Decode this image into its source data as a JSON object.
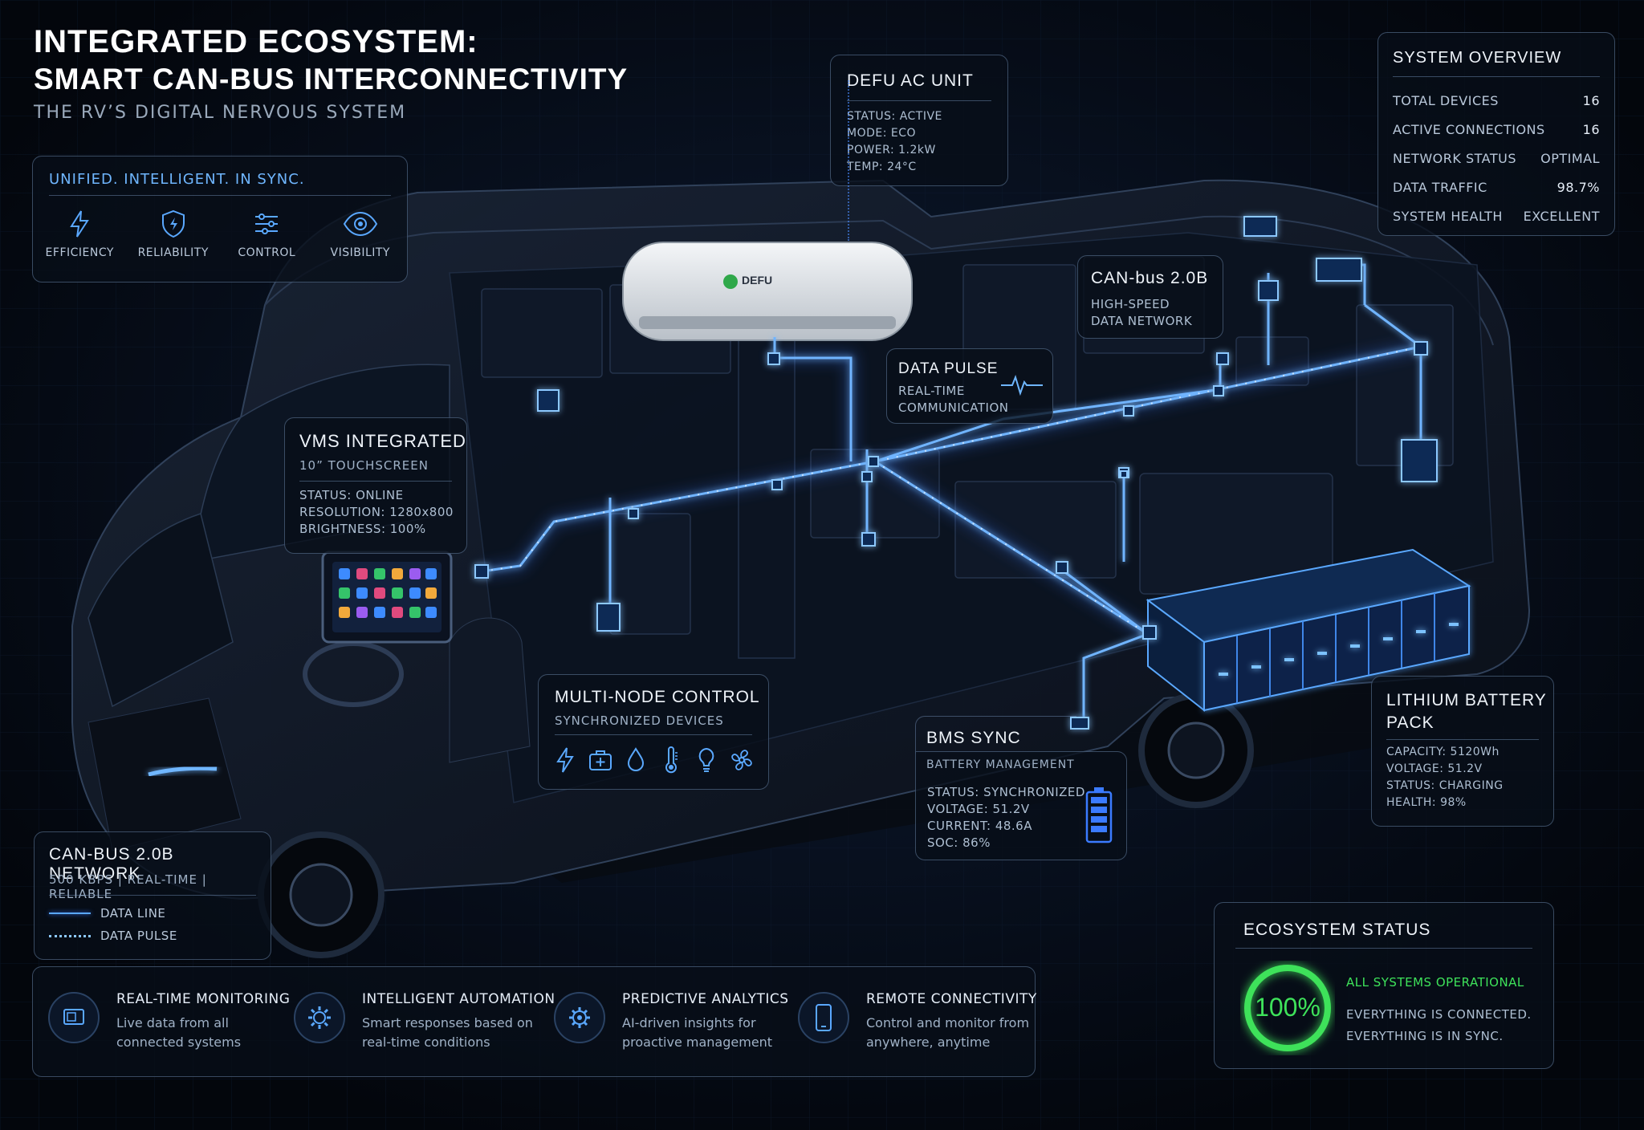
{
  "header": {
    "title_line1": "INTEGRATED ECOSYSTEM:",
    "title_line2": "SMART CAN-BUS INTERCONNECTIVITY",
    "subtitle": "THE RV’S DIGITAL NERVOUS SYSTEM"
  },
  "values_panel": {
    "heading": "UNIFIED. INTELLIGENT. IN SYNC.",
    "items": [
      {
        "label": "EFFICIENCY",
        "icon": "lightning-icon"
      },
      {
        "label": "RELIABILITY",
        "icon": "shield-icon"
      },
      {
        "label": "CONTROL",
        "icon": "sliders-icon"
      },
      {
        "label": "VISIBILITY",
        "icon": "eye-icon"
      }
    ]
  },
  "ac_unit": {
    "title": "DEFU AC UNIT",
    "lines": [
      "STATUS: ACTIVE",
      "MODE: ECO",
      "POWER: 1.2kW",
      "TEMP: 24°C"
    ],
    "brand": "DEFU"
  },
  "system_overview": {
    "title": "SYSTEM OVERVIEW",
    "rows": [
      {
        "label": "TOTAL DEVICES",
        "value": "16"
      },
      {
        "label": "ACTIVE CONNECTIONS",
        "value": "16"
      },
      {
        "label": "NETWORK STATUS",
        "value": "OPTIMAL"
      },
      {
        "label": "DATA TRAFFIC",
        "value": "98.7%"
      },
      {
        "label": "SYSTEM HEALTH",
        "value": "EXCELLENT"
      }
    ]
  },
  "canbus_callout": {
    "title": "CAN-bus 2.0B",
    "lines": [
      "HIGH-SPEED",
      "DATA NETWORK"
    ]
  },
  "data_pulse": {
    "title": "DATA PULSE",
    "lines": [
      "REAL-TIME",
      "COMMUNICATION"
    ]
  },
  "vms": {
    "title": "VMS INTEGRATED",
    "subtitle": "10” TOUCHSCREEN",
    "lines": [
      "STATUS:  ONLINE",
      "RESOLUTION:  1280x800",
      "BRIGHTNESS:  100%"
    ]
  },
  "multi_node": {
    "title": "MULTI-NODE CONTROL",
    "subtitle": "SYNCHRONIZED DEVICES",
    "icons": [
      "lightning-icon",
      "medkit-icon",
      "droplet-icon",
      "thermometer-icon",
      "bulb-icon",
      "fan-icon"
    ]
  },
  "bms": {
    "title": "BMS SYNC",
    "subtitle": "BATTERY MANAGEMENT",
    "lines": [
      "STATUS: SYNCHRONIZED",
      "VOLTAGE:   51.2V",
      "CURRENT:   48.6A",
      "SOC:    86%"
    ]
  },
  "battery": {
    "title_line1": "LITHIUM BATTERY",
    "title_line2": "PACK",
    "lines": [
      "CAPACITY:  5120Wh",
      "VOLTAGE:    51.2V",
      "STATUS:     CHARGING",
      "HEALTH:     98%"
    ]
  },
  "network_legend": {
    "title": "CAN-BUS 2.0B NETWORK",
    "subtitle": "500 KBPS | REAL-TIME | RELIABLE",
    "items": [
      {
        "label": "DATA LINE"
      },
      {
        "label": "DATA PULSE"
      }
    ]
  },
  "features": [
    {
      "title": "REAL-TIME MONITORING",
      "line1": "Live data from all",
      "line2": "connected systems",
      "icon": "monitor-icon"
    },
    {
      "title": "INTELLIGENT AUTOMATION",
      "line1": "Smart responses based on",
      "line2": "real-time conditions",
      "icon": "gear-icon"
    },
    {
      "title": "PREDICTIVE ANALYTICS",
      "line1": "AI-driven insights for",
      "line2": "proactive management",
      "icon": "gears-icon"
    },
    {
      "title": "REMOTE CONNECTIVITY",
      "line1": "Control and monitor from",
      "line2": "anywhere, anytime",
      "icon": "phone-icon"
    }
  ],
  "ecosystem": {
    "title": "ECOSYSTEM STATUS",
    "percent_label": "100%",
    "level": 1.0,
    "status": "ALL SYSTEMS OPERATIONAL",
    "line1": "EVERYTHING IS CONNECTED.",
    "line2": "EVERYTHING IS IN SYNC."
  },
  "colors": {
    "accent": "#3b7bff",
    "glow": "#59a6ff",
    "ok": "#3ee25a",
    "bg": "#04080f"
  }
}
